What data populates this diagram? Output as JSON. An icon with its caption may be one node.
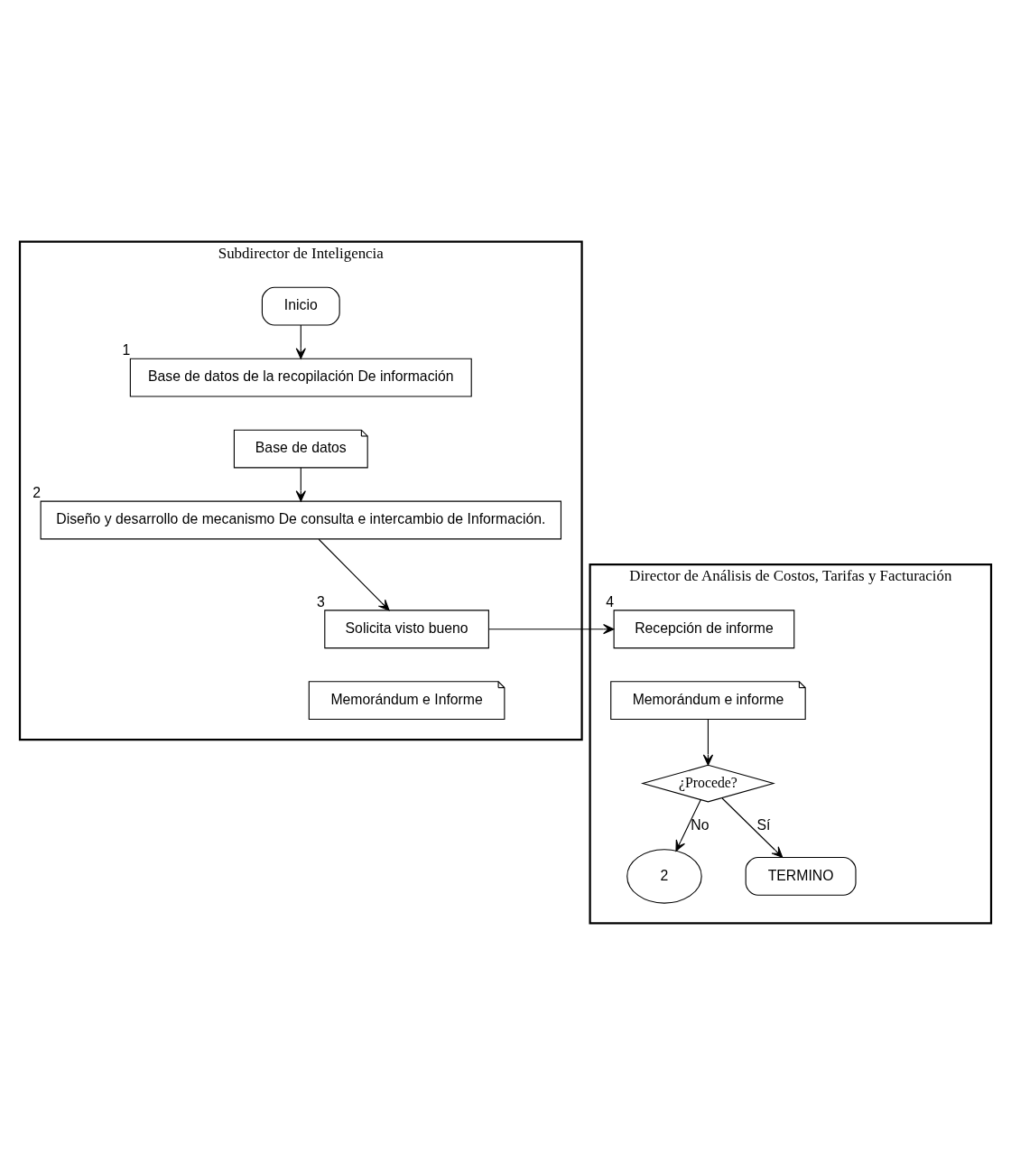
{
  "diagram": {
    "nodes": [
      {
        "text": [
          "Subdirector de Inteligencia"
        ]
      },
      {
        "text": [
          "Director de Análisis de Costos, Tarifas y Facturación"
        ]
      },
      {
        "text": [
          "Inicio"
        ],
        "in": 0
      },
      {
        "text": [
          "Base de datos de la recopilación De información"
        ],
        "in": 0,
        "beside": [
          "1"
        ]
      },
      {
        "text": [
          "Base de datos"
        ],
        "in": 0
      },
      {
        "text": [
          "Diseño y desarrollo de mecanismo De consulta e intercambio de Información."
        ],
        "in": 0,
        "beside": [
          "2"
        ]
      },
      {
        "text": [
          "Solicita visto bueno"
        ],
        "in": 0,
        "beside": [
          "3"
        ]
      },
      {
        "text": [
          "Memorándum e Informe"
        ],
        "in": 0
      },
      {
        "text": [
          "Recepción de informe"
        ],
        "in": 1,
        "beside": [
          "4"
        ]
      },
      {
        "text": [
          "Memorándum e informe"
        ],
        "in": 1
      },
      {
        "text": [
          "¿Procede?"
        ],
        "in": 1
      },
      {
        "text": [
          "2"
        ],
        "in": 1
      },
      {
        "text": [
          "TERMINO"
        ],
        "in": 1
      }
    ],
    "edges": [
      {
        "from": 2,
        "to": 3,
        "arrow": "to"
      },
      {
        "from": 4,
        "to": 5,
        "arrow": "to"
      },
      {
        "from": 5,
        "to": 6,
        "arrow": "to"
      },
      {
        "from": 6,
        "to": 8,
        "arrow": "to"
      },
      {
        "from": 9,
        "to": 10,
        "arrow": "to"
      },
      {
        "from": 10,
        "to": 11,
        "label": "No",
        "arrow": "to"
      },
      {
        "from": 10,
        "to": 12,
        "label": "Sí",
        "arrow": "to"
      }
    ]
  }
}
